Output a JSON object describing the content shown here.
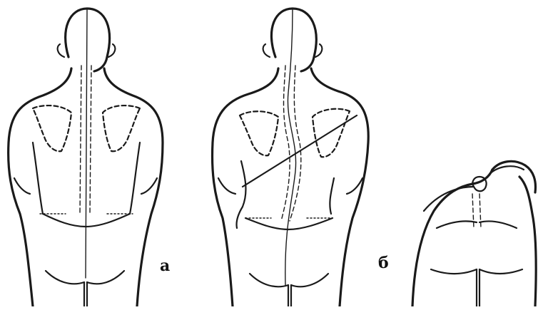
{
  "figure": {
    "panels": [
      {
        "id": "a",
        "label": "а"
      },
      {
        "id": "b",
        "label": "б"
      }
    ]
  }
}
